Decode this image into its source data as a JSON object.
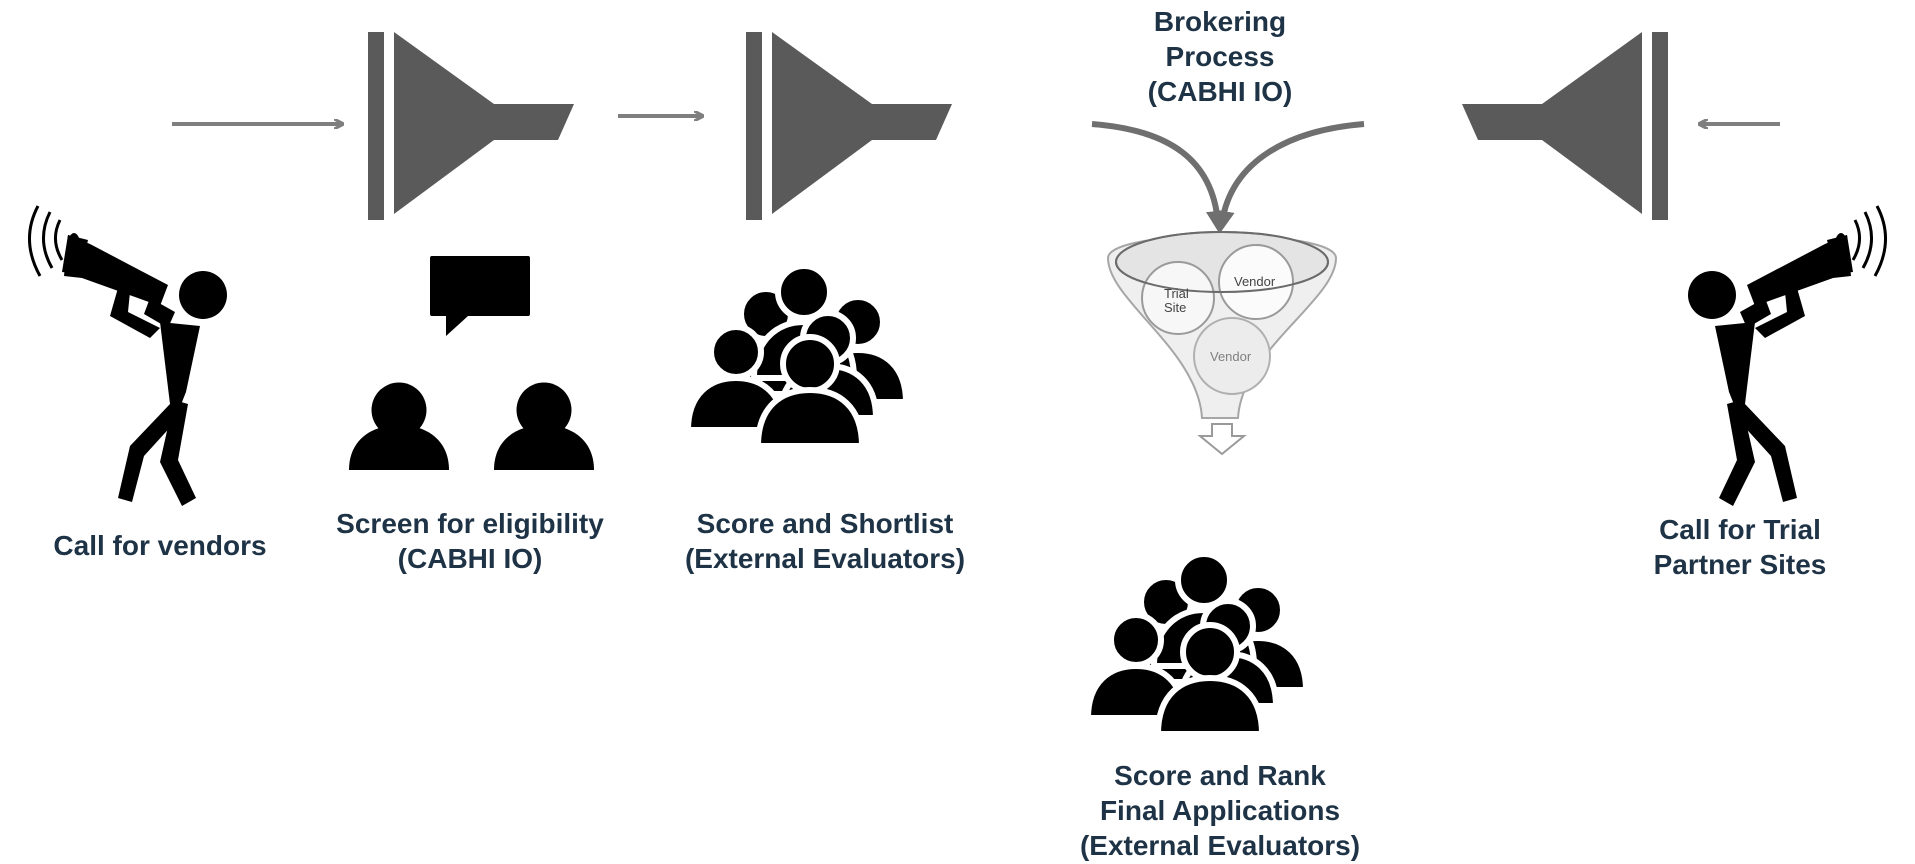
{
  "diagram": {
    "labels": {
      "call_for_vendors": "Call for vendors",
      "screen_line1": "Screen for eligibility",
      "screen_line2": "(CABHI IO)",
      "shortlist_line1": "Score and Shortlist",
      "shortlist_line2": "(External Evaluators)",
      "brokering_line1": "Brokering",
      "brokering_line2": "Process",
      "brokering_line3": "(CABHI IO)",
      "trial_line1": "Call for Trial",
      "trial_line2": "Partner Sites",
      "rank_line1": "Score and Rank",
      "rank_line2": "Final Applications",
      "rank_line3": "(External Evaluators)"
    },
    "funnel_circles": {
      "trial_site_line1": "Trial",
      "trial_site_line2": "Site",
      "vendor_top": "Vendor",
      "vendor_bottom": "Vendor"
    },
    "colors": {
      "label_text": "#1f3346",
      "funnel_shape": "#5a5a5b",
      "arrow": "#7f7f7f",
      "icon": "#000000"
    },
    "icons": [
      "megaphone-person-left-icon",
      "two-people-speech-bubble-icon",
      "group-of-people-icon",
      "funnel-icon",
      "megaphone-person-right-icon"
    ]
  }
}
